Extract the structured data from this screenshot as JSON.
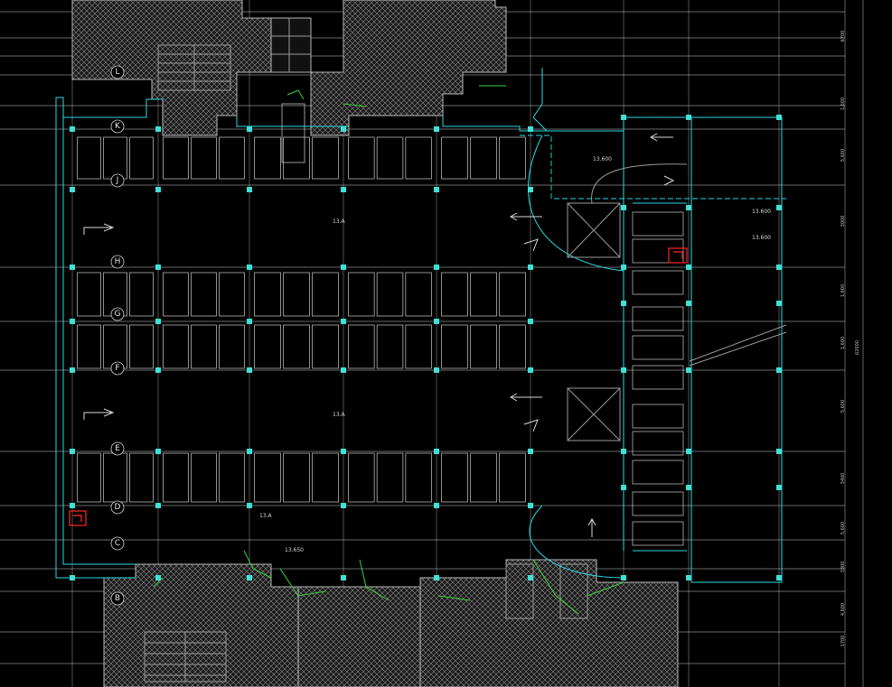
{
  "grid_axes_left": [
    {
      "id": "K",
      "label": "K"
    },
    {
      "id": "J",
      "label": "J"
    },
    {
      "id": "H",
      "label": "H"
    },
    {
      "id": "G",
      "label": "G"
    },
    {
      "id": "F",
      "label": "F"
    },
    {
      "id": "E",
      "label": "E"
    },
    {
      "id": "D",
      "label": "D"
    },
    {
      "id": "C",
      "label": "C"
    },
    {
      "id": "B",
      "label": "B"
    }
  ],
  "grid_axes_top": [
    {
      "id": "L",
      "label": "L"
    }
  ],
  "elevations": {
    "ramp_upper": "13.600",
    "right_upper": "13.600",
    "right_lower": "13.600",
    "bottom_mid": "13.650",
    "drive_upper": "13.A",
    "drive_lower": "13.A",
    "bottom_left": "13.A"
  },
  "right_dimensions": [
    "6700",
    "1,600",
    "5,600",
    "3000",
    "1,600",
    "1,600",
    "5,600",
    "3400",
    "5,600",
    "3300",
    "4,600",
    "1700"
  ],
  "right_total_dimension": "62000",
  "colors": {
    "background": "#000000",
    "grid": "#ffffff",
    "slab_edge": "#2ad8e6",
    "walls": "#b8b8b8",
    "columns": "#3fe0d6",
    "stair_green": "#3ad23a",
    "marker_red": "#e02020"
  }
}
